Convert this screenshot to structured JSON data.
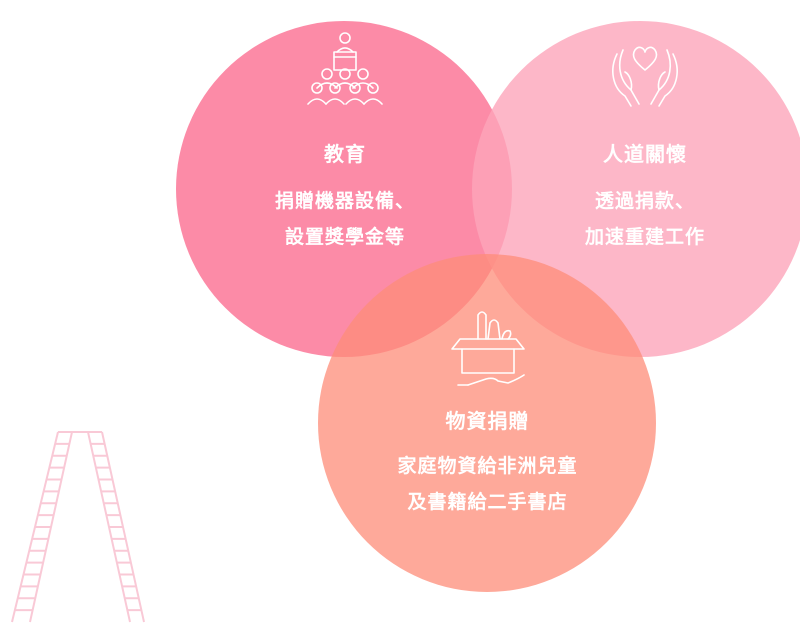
{
  "circles": {
    "education": {
      "title": "教育",
      "desc_line1": "捐贈機器設備、",
      "desc_line2": "設置獎學金等",
      "icon": "speaker-audience-icon",
      "color": "#fb7294"
    },
    "humanitarian": {
      "title": "人道關懷",
      "desc_line1": "透過捐款、",
      "desc_line2": "加速重建工作",
      "icon": "hands-heart-icon",
      "color": "#fca5ba"
    },
    "material": {
      "title": "物資捐贈",
      "desc_line1": "家庭物資給非洲兒童",
      "desc_line2": "及書籍給二手書店",
      "icon": "donation-box-icon",
      "color": "#fe8c78"
    }
  },
  "decor": {
    "ladder_icon": "ladder-icon",
    "ladder_color": "#f9c9d6"
  }
}
